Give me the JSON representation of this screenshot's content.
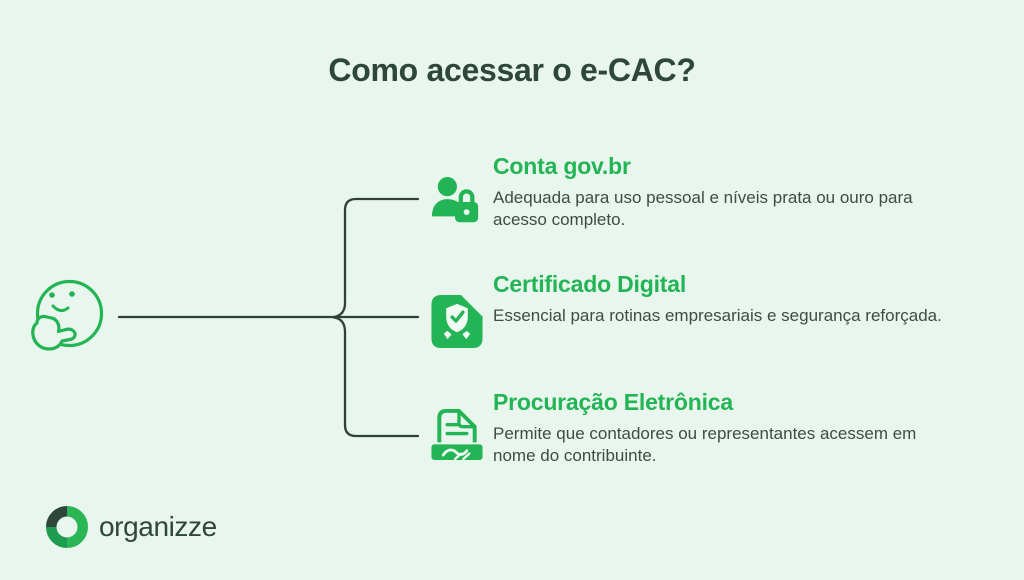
{
  "title": "Como acessar o e-CAC?",
  "branches": {
    "items": [
      {
        "heading": "Conta gov.br",
        "description": "Adequada para uso pessoal e níveis prata ou ouro para acesso completo.",
        "icon": "user-lock"
      },
      {
        "heading": "Certificado Digital",
        "description": "Essencial para rotinas empresariais e segurança reforçada.",
        "icon": "certificate-shield"
      },
      {
        "heading": "Procuração Eletrônica",
        "description": "Permite que contadores ou representantes acessem em nome do contribuinte.",
        "icon": "document-handshake"
      }
    ]
  },
  "footer": {
    "logo_text": "organizze"
  },
  "colors": {
    "background": "#E9F6EE",
    "title_text": "#2F463C",
    "heading_green": "#23B455",
    "body_text": "#3E4C45",
    "connector_line": "#2E4139",
    "icon_green": "#23B455",
    "logo_dark": "#2E463C",
    "logo_green_bright": "#2BB656",
    "logo_green_dark": "#1D9B4E"
  }
}
